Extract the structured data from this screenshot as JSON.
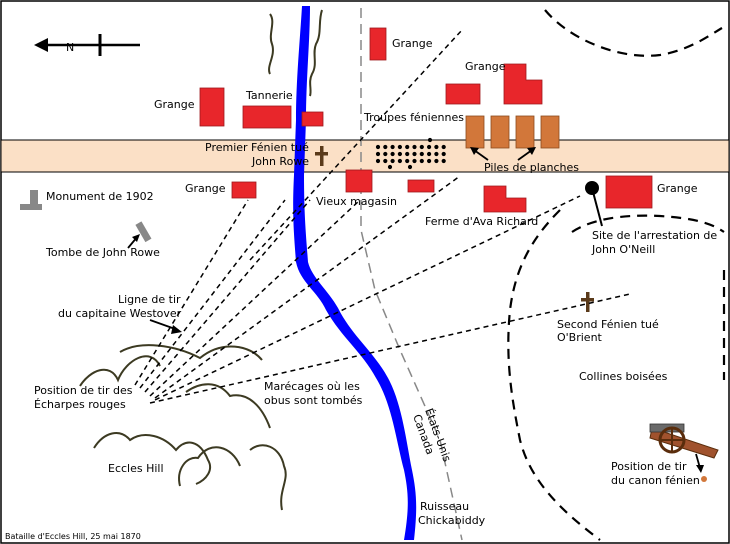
{
  "caption": "Bataille d'Eccles Hill, 25 mai 1870",
  "compass": {
    "letter": "N",
    "icon": "north-arrow-icon"
  },
  "labels": {
    "grange_top": "Grange",
    "grange_top_right": "Grange",
    "grange_left": "Grange",
    "grange_lower_left": "Grange",
    "grange_right": "Grange",
    "tannerie": "Tannerie",
    "troupes": "Troupes féniennes",
    "premier_1": "Premier Fénien tué",
    "premier_2": "John Rowe",
    "piles": "Piles de planches",
    "monument": "Monument de 1902",
    "vieux_magasin": "Vieux magasin",
    "ferme": "Ferme d'Ava Richard",
    "site_1": "Site de l'arrestation de",
    "site_2": "John O'Neill",
    "tombe": "Tombe de John Rowe",
    "ligne_1": "Ligne de tir",
    "ligne_2": "du capitaine Westover",
    "second_1": "Second Fénien tué",
    "second_2": "O'Brient",
    "collines": "Collines boisées",
    "position_1": "Position de tir des",
    "position_2": "Écharpes rouges",
    "marecages_1": "Marécages où les",
    "marecages_2": "obus sont tombés",
    "etats_unis": "États-Unis",
    "canada": "Canada",
    "eccles": "Eccles Hill",
    "canon_1": "Position de tir",
    "canon_2": "du canon fénien",
    "ruisseau_1": "Ruisseau",
    "ruisseau_2": "Chickabiddy"
  },
  "colors": {
    "building": "#e8262b",
    "planks": "#d2773a",
    "road": "#fbe0c6",
    "stream": "#0000ff",
    "hills": "#3c3a22"
  }
}
